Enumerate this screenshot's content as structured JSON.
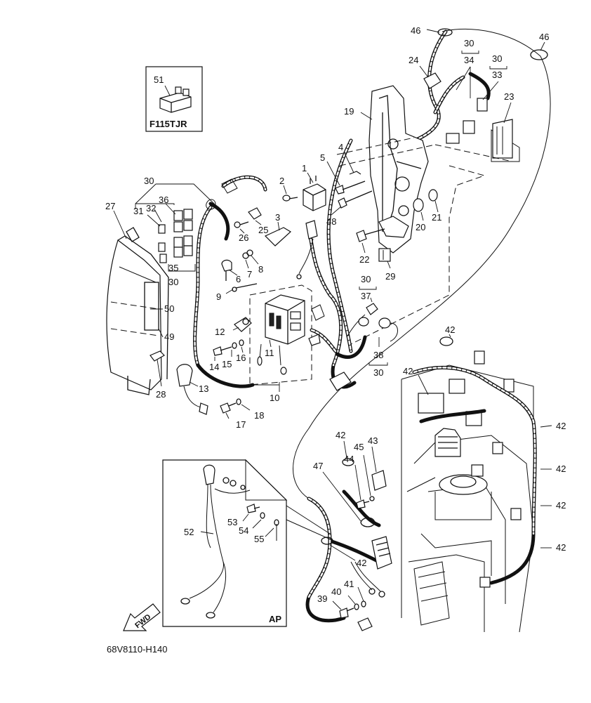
{
  "inset_top": {
    "part": "51",
    "label": "F115TJR"
  },
  "inset_bottom": {
    "label": "AP",
    "parts": [
      "52",
      "53",
      "54",
      "55"
    ]
  },
  "fwd_label": "FWD",
  "drawing_code": "68V8110-H140",
  "callouts": {
    "c1": "1",
    "c2": "2",
    "c3": "3",
    "c4": "4",
    "c5": "5",
    "c6": "6",
    "c7": "7",
    "c8": "8",
    "c9": "9",
    "c10": "10",
    "c11": "11",
    "c12": "12",
    "c13": "13",
    "c14": "14",
    "c15": "15",
    "c16": "16",
    "c17": "17",
    "c18": "18",
    "c19": "19",
    "c20": "20",
    "c21": "21",
    "c22": "22",
    "c23": "23",
    "c24": "24",
    "c25": "25",
    "c26": "26",
    "c27": "27",
    "c28": "28",
    "c29": "29",
    "c30a": "30",
    "c30b": "30",
    "c30c": "30",
    "c30d": "30",
    "c30e": "30",
    "c30f": "30",
    "c31": "31",
    "c32": "32",
    "c33": "33",
    "c34": "34",
    "c35": "35",
    "c36": "36",
    "c37": "37",
    "c38": "38",
    "c39": "39",
    "c40": "40",
    "c41": "41",
    "c42a": "42",
    "c42b": "42",
    "c42c": "42",
    "c42d": "42",
    "c42e": "42",
    "c42f": "42",
    "c42g": "42",
    "c42h": "42",
    "c43": "43",
    "c44": "44",
    "c45": "45",
    "c46a": "46",
    "c46b": "46",
    "c47": "47",
    "c48": "48",
    "c49": "49",
    "c50": "50"
  }
}
